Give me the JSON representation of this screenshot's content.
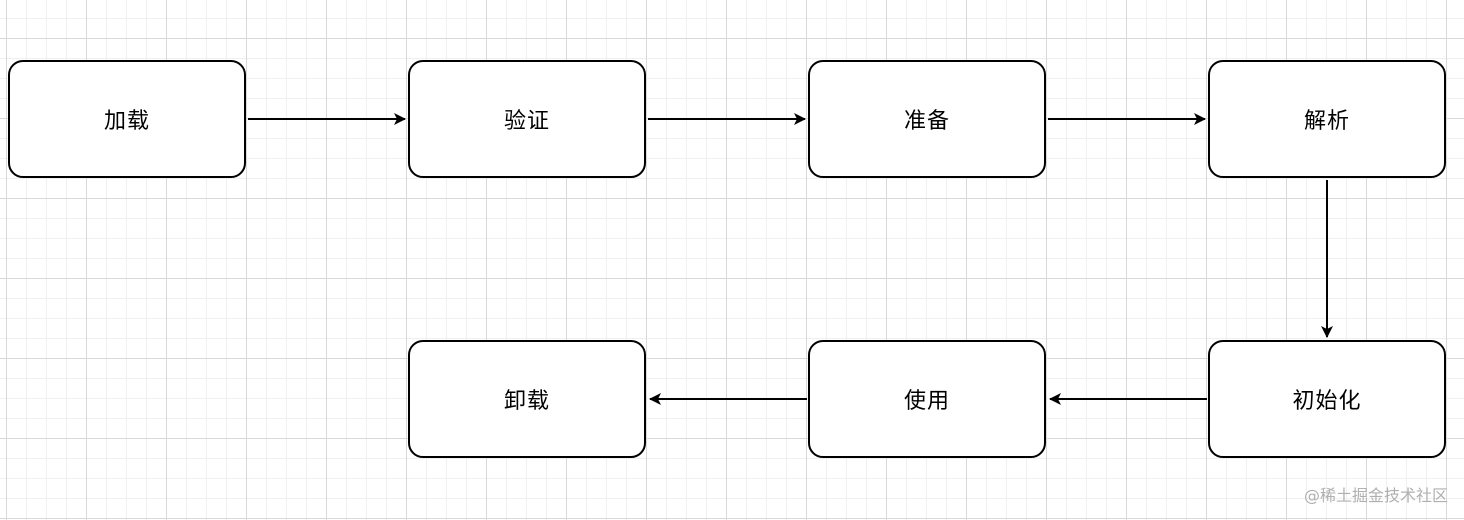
{
  "diagram": {
    "nodes": {
      "load": "加载",
      "verify": "验证",
      "prepare": "准备",
      "resolve": "解析",
      "init": "初始化",
      "use": "使用",
      "unload": "卸载"
    },
    "edges": [
      [
        "load",
        "verify"
      ],
      [
        "verify",
        "prepare"
      ],
      [
        "prepare",
        "resolve"
      ],
      [
        "resolve",
        "init"
      ],
      [
        "init",
        "use"
      ],
      [
        "use",
        "unload"
      ]
    ],
    "colors": {
      "stroke": "#000000",
      "fill": "#ffffff",
      "grid": "#d9d9d9"
    }
  },
  "watermark": "@稀土掘金技术社区"
}
